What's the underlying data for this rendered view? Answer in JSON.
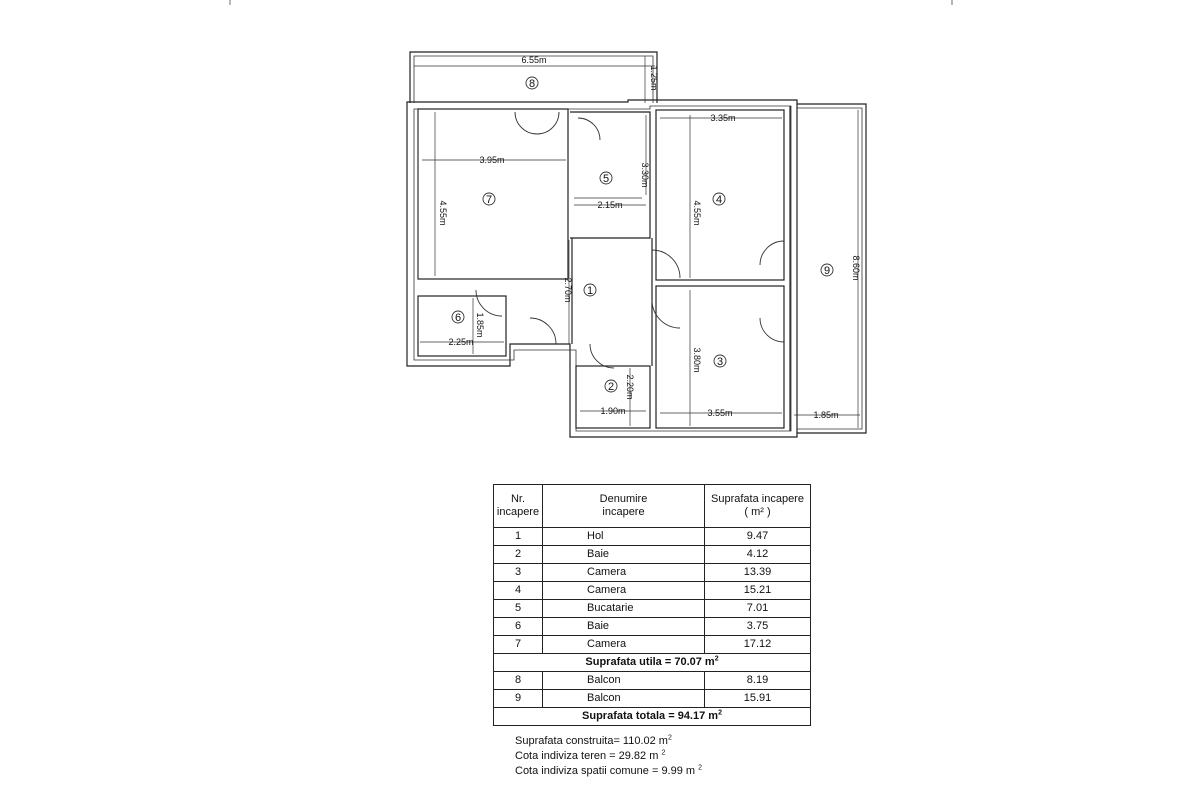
{
  "plan": {
    "rooms": [
      {
        "num": "1"
      },
      {
        "num": "2"
      },
      {
        "num": "3"
      },
      {
        "num": "4"
      },
      {
        "num": "5"
      },
      {
        "num": "6"
      },
      {
        "num": "7"
      },
      {
        "num": "8"
      },
      {
        "num": "9"
      }
    ],
    "dims": {
      "d655": "6.55m",
      "d125": "1.25m",
      "d395": "3.95m",
      "d455a": "4.55m",
      "d330": "3.30m",
      "d215": "2.15m",
      "d335": "3.35m",
      "d455b": "4.55m",
      "d860": "8.60m",
      "d270": "2.70m",
      "d185a": "1.85m",
      "d225": "2.25m",
      "d220": "2.20m",
      "d190": "1.90m",
      "d380": "3.80m",
      "d355": "3.55m",
      "d185b": "1.85m"
    }
  },
  "table": {
    "headers": {
      "col1": [
        "Nr.",
        "incapere"
      ],
      "col2": [
        "Denumire",
        "incapere"
      ],
      "col3": [
        "Suprafata incapere",
        "( m² )"
      ]
    },
    "rows": [
      {
        "nr": "1",
        "name": "Hol",
        "area": "9.47"
      },
      {
        "nr": "2",
        "name": "Baie",
        "area": "4.12"
      },
      {
        "nr": "3",
        "name": "Camera",
        "area": "13.39"
      },
      {
        "nr": "4",
        "name": "Camera",
        "area": "15.21"
      },
      {
        "nr": "5",
        "name": "Bucatarie",
        "area": "7.01"
      },
      {
        "nr": "6",
        "name": "Baie",
        "area": "3.75"
      },
      {
        "nr": "7",
        "name": "Camera",
        "area": "17.12"
      }
    ],
    "subtotal": "Suprafata utila = 70.07 m",
    "balcony_rows": [
      {
        "nr": "8",
        "name": "Balcon",
        "area": "8.19"
      },
      {
        "nr": "9",
        "name": "Balcon",
        "area": "15.91"
      }
    ],
    "total": "Suprafata totala = 94.17 m",
    "sup": "2"
  },
  "notes": {
    "constructed": "Suprafata construita= 110.02 m",
    "land_share": "Cota indiviza teren = 29.82 m",
    "common_share": "Cota indiviza spatii comune = 9.99 m",
    "sup": "2"
  }
}
